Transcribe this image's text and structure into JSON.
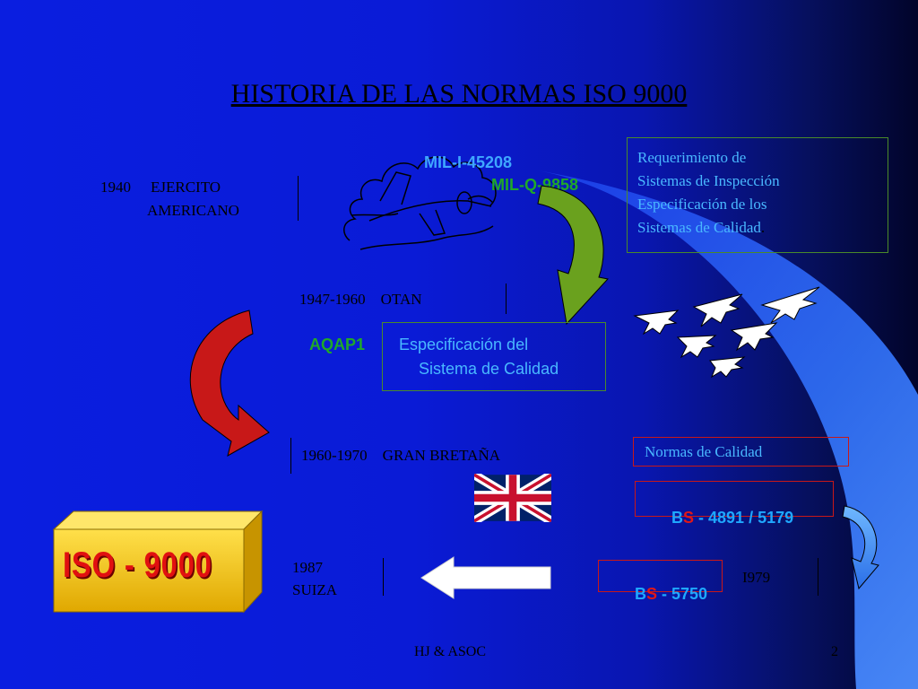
{
  "slide": {
    "title": "HISTORIA DE LAS NORMAS ISO 9000",
    "footer_left": "HJ & ASOC",
    "page_number": "2"
  },
  "timeline": {
    "y1940": "1940",
    "ejercito": "EJERCITO",
    "americano": "AMERICANO",
    "mil_i": "MIL-I-45208",
    "mil_q": "MIL-Q-9858",
    "otan": "1947-1960    OTAN",
    "aqap": "AQAP1",
    "aqap_desc_1": "Especificación del",
    "aqap_desc_2": "Sistema de Calidad",
    "gb": "1960-1970    GRAN BRETAÑA",
    "suiza_year": "1987",
    "suiza": "SUIZA",
    "y1979": "I979"
  },
  "requirement_box": {
    "line1": "Requerimiento de",
    "line2": "Sistemas de Inspección",
    "line3": "Especificación de los",
    "line4": "Sistemas de Calidad",
    "period": "."
  },
  "normas_box": {
    "label": "Normas de Calidad"
  },
  "bs4891": {
    "b": "B",
    "s": "S",
    "rest": " - 4891 / 5179"
  },
  "bs5750": {
    "b": "B",
    "s": "S",
    "rest": " - 5750"
  },
  "iso_block": {
    "label": "ISO - 9000"
  },
  "colors": {
    "background": "#0a1ee0",
    "light_blue_text": "#3fa7ff",
    "green_text": "#1fa82a",
    "red": "#c81818",
    "gold": "#f2c400"
  }
}
